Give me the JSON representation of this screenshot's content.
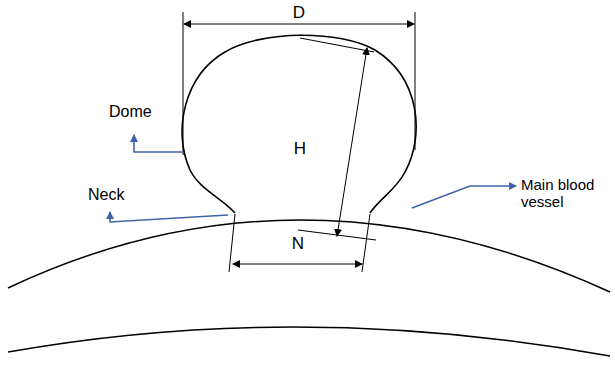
{
  "diagram": {
    "labels": [
      "D",
      "H",
      "N",
      "Dome",
      "Neck",
      "Main blood vessel"
    ]
  }
}
